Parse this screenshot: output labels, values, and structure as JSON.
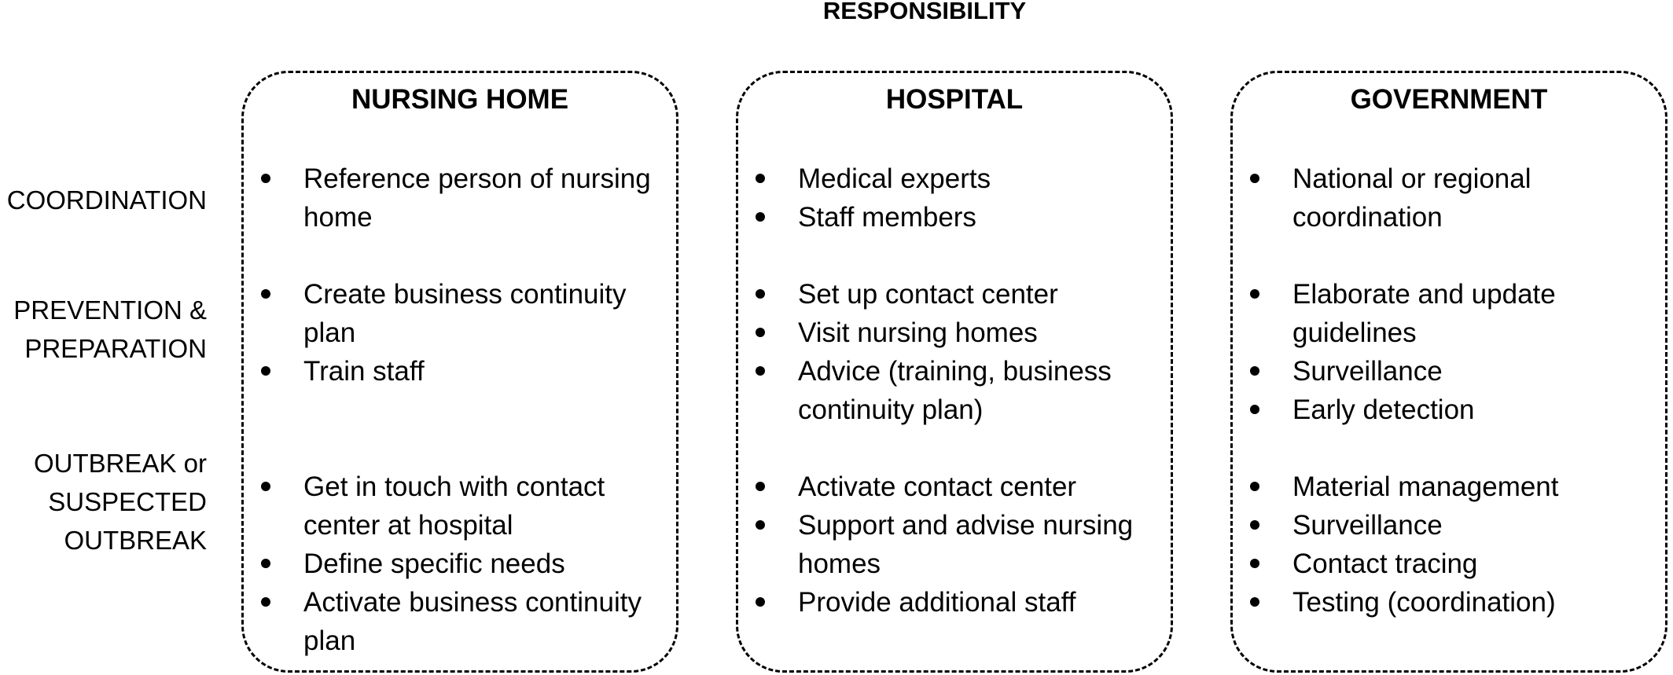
{
  "title": "RESPONSIBILITY",
  "row_labels": {
    "coordination": [
      "COORDINATION"
    ],
    "prevention": [
      "PREVENTION &",
      "PREPARATION"
    ],
    "outbreak": [
      "OUTBREAK or",
      "SUSPECTED",
      "OUTBREAK"
    ]
  },
  "columns": [
    {
      "header": "NURSING HOME",
      "coordination": [
        "Reference person of nursing home"
      ],
      "prevention": [
        "Create business continuity plan",
        "Train staff"
      ],
      "outbreak": [
        "Get in touch with contact center at hospital",
        "Define specific needs",
        "Activate business continuity plan"
      ]
    },
    {
      "header": "HOSPITAL",
      "coordination": [
        "Medical experts",
        "Staff members"
      ],
      "prevention": [
        "Set up contact center",
        "Visit nursing homes",
        "Advice (training, business continuity plan)"
      ],
      "outbreak": [
        "Activate contact center",
        "Support and advise nursing homes",
        "Provide additional staff"
      ]
    },
    {
      "header": "GOVERNMENT",
      "coordination": [
        "National or regional coordination"
      ],
      "prevention": [
        "Elaborate and update guidelines",
        "Surveillance",
        "Early detection"
      ],
      "outbreak": [
        "Material management",
        "Surveillance",
        "Contact tracing",
        "Testing (coordination)"
      ]
    }
  ]
}
